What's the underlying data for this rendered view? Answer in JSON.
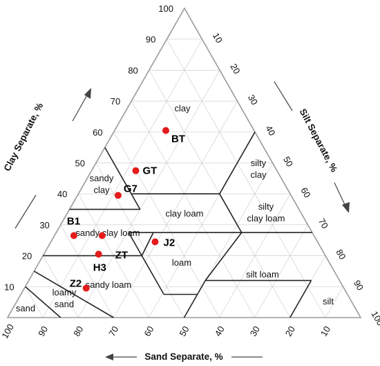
{
  "chart_data": {
    "type": "ternary",
    "axes": {
      "clay": {
        "label": "Clay Separate, %",
        "ticks": [
          "10",
          "20",
          "30",
          "40",
          "50",
          "60",
          "70",
          "80",
          "90",
          "100"
        ]
      },
      "silt": {
        "label": "Silt Separate, %",
        "ticks": [
          "10",
          "20",
          "30",
          "40",
          "50",
          "60",
          "70",
          "80",
          "90",
          "100"
        ]
      },
      "sand": {
        "label": "Sand Separate, %",
        "ticks": [
          "100",
          "90",
          "80",
          "70",
          "60",
          "50",
          "40",
          "30",
          "20",
          "10"
        ]
      }
    },
    "regions": [
      {
        "name": "clay",
        "label_lines": [
          "clay"
        ]
      },
      {
        "name": "sandy clay",
        "label_lines": [
          "sandy",
          "clay"
        ]
      },
      {
        "name": "silty clay",
        "label_lines": [
          "silty",
          "clay"
        ]
      },
      {
        "name": "clay loam",
        "label_lines": [
          "clay loam"
        ]
      },
      {
        "name": "silty clay loam",
        "label_lines": [
          "silty",
          "clay loam"
        ]
      },
      {
        "name": "sandy clay loam",
        "label_lines": [
          "sandy clay loam"
        ]
      },
      {
        "name": "loam",
        "label_lines": [
          "loam"
        ]
      },
      {
        "name": "silt loam",
        "label_lines": [
          "silt loam"
        ]
      },
      {
        "name": "sandy loam",
        "label_lines": [
          "sandy loam"
        ]
      },
      {
        "name": "loamy sand",
        "label_lines": [
          "loamy",
          "sand"
        ]
      },
      {
        "name": "sand",
        "label_lines": [
          "sand"
        ]
      },
      {
        "name": "silt",
        "label_lines": [
          "silt"
        ]
      }
    ],
    "points": [
      {
        "name": "BT",
        "clay": 60.5,
        "sand": 25
      },
      {
        "name": "GT",
        "clay": 47.5,
        "sand": 40
      },
      {
        "name": "G7",
        "clay": 39.5,
        "sand": 49
      },
      {
        "name": "B1",
        "clay": 26.5,
        "sand": 68
      },
      {
        "name": "sandy clay loam point",
        "clay": 26.5,
        "sand": 60
      },
      {
        "name": "ZT",
        "clay": 20.5,
        "sand": 64
      },
      {
        "name": "J2",
        "clay": 24.5,
        "sand": 46
      },
      {
        "name": "Z2",
        "clay": 9.5,
        "sand": 73
      }
    ],
    "point_color": "#e31b1b"
  }
}
